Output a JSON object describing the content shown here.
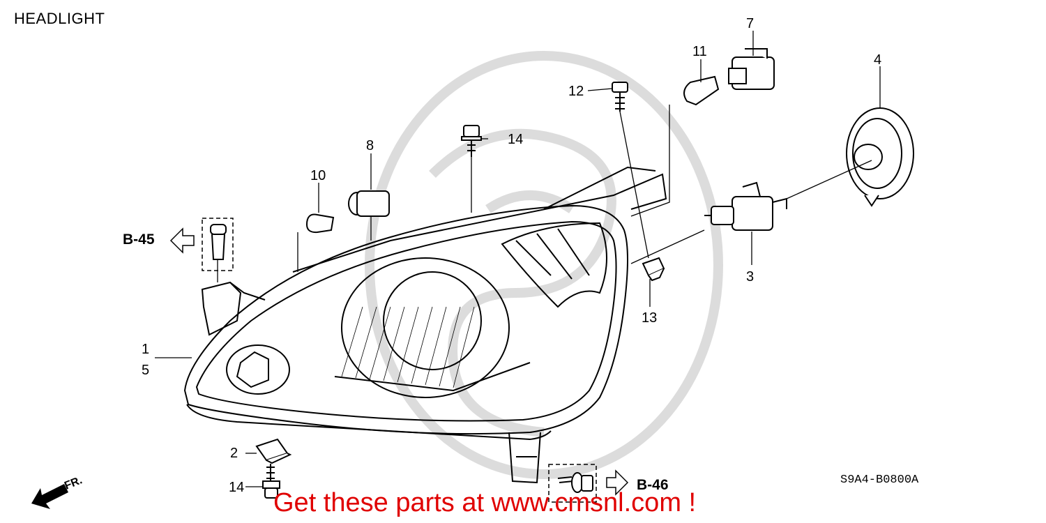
{
  "title": "HEADLIGHT",
  "callouts": {
    "c1": "1",
    "c2": "2",
    "c3": "3",
    "c4": "4",
    "c5": "5",
    "c7": "7",
    "c8": "8",
    "c10": "10",
    "c11": "11",
    "c12": "12",
    "c13": "13",
    "c14a": "14",
    "c14b": "14"
  },
  "refs": {
    "left": "B-45",
    "right": "B-46"
  },
  "direction_label": "FR.",
  "diagram_code": "S9A4-B0800A",
  "promo_text": "Get these parts at www.cmsnl.com !",
  "colors": {
    "promo": "#e00000",
    "line": "#000000",
    "watermark": "#d8d8d8"
  }
}
